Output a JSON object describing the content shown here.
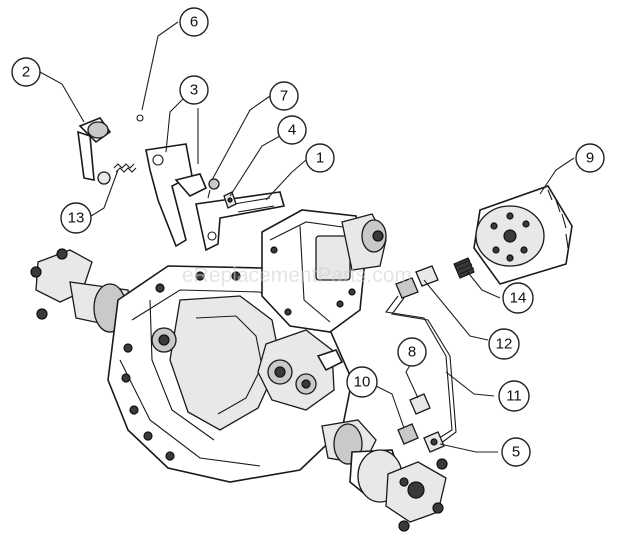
{
  "watermark": "eReplacementParts.com",
  "callouts": [
    {
      "label": "1"
    },
    {
      "label": "2"
    },
    {
      "label": "3"
    },
    {
      "label": "4"
    },
    {
      "label": "5"
    },
    {
      "label": "6"
    },
    {
      "label": "7"
    },
    {
      "label": "8"
    },
    {
      "label": "9"
    },
    {
      "label": "10"
    },
    {
      "label": "11"
    },
    {
      "label": "12"
    },
    {
      "label": "13"
    },
    {
      "label": "14"
    }
  ]
}
